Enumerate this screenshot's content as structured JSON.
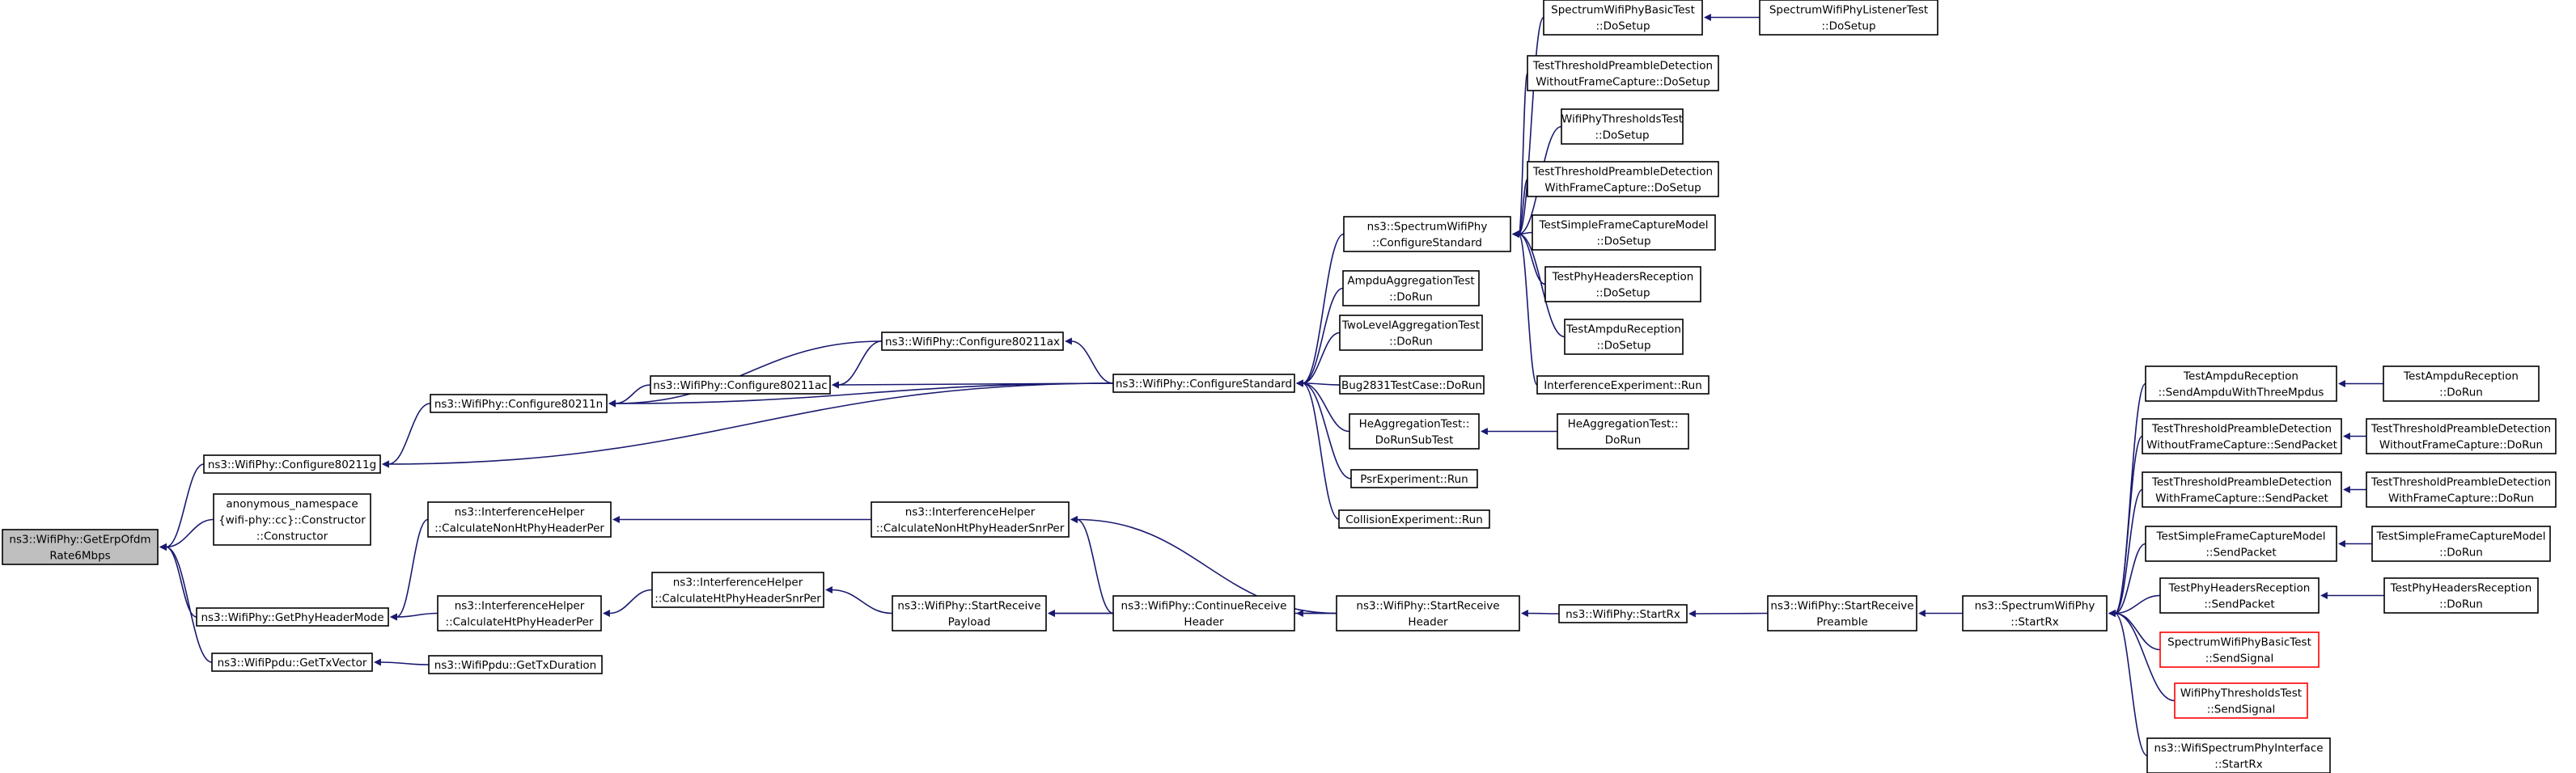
{
  "graph": {
    "type": "caller-graph",
    "colors": {
      "edge": "#191970",
      "node_border": "#000000",
      "root_fill": "#bfbfbf",
      "truncated_border": "#ff0000"
    },
    "nodes": [
      {
        "id": "n0",
        "lines": [
          "ns3::WifiPhy::GetErpOfdm",
          "Rate6Mbps"
        ],
        "style": "root"
      },
      {
        "id": "n1",
        "lines": [
          "ns3::WifiPhy::Configure80211g"
        ]
      },
      {
        "id": "n2",
        "lines": [
          "anonymous_namespace",
          "{wifi-phy::cc}::Constructor",
          "::Constructor"
        ]
      },
      {
        "id": "n3",
        "lines": [
          "ns3::WifiPhy::GetPhyHeaderMode"
        ]
      },
      {
        "id": "n4",
        "lines": [
          "ns3::WifiPpdu::GetTxVector"
        ]
      },
      {
        "id": "n5",
        "lines": [
          "ns3::WifiPhy::Configure80211n"
        ]
      },
      {
        "id": "n6",
        "lines": [
          "ns3::WifiPhy::Configure80211ac"
        ]
      },
      {
        "id": "n7",
        "lines": [
          "ns3::WifiPhy::Configure80211ax"
        ]
      },
      {
        "id": "n8",
        "lines": [
          "ns3::WifiPhy::ConfigureStandard"
        ]
      },
      {
        "id": "n9",
        "lines": [
          "ns3::InterferenceHelper",
          "::CalculateNonHtPhyHeaderPer"
        ]
      },
      {
        "id": "n10",
        "lines": [
          "ns3::InterferenceHelper",
          "::CalculateHtPhyHeaderPer"
        ]
      },
      {
        "id": "n11",
        "lines": [
          "ns3::WifiPpdu::GetTxDuration"
        ]
      },
      {
        "id": "n12",
        "lines": [
          "ns3::InterferenceHelper",
          "::CalculateNonHtPhyHeaderSnrPer"
        ]
      },
      {
        "id": "n13",
        "lines": [
          "ns3::InterferenceHelper",
          "::CalculateHtPhyHeaderSnrPer"
        ]
      },
      {
        "id": "n14",
        "lines": [
          "ns3::WifiPhy::StartReceive",
          "Payload"
        ]
      },
      {
        "id": "n15",
        "lines": [
          "ns3::WifiPhy::ContinueReceive",
          "Header"
        ]
      },
      {
        "id": "n16",
        "lines": [
          "ns3::WifiPhy::StartReceive",
          "Header"
        ]
      },
      {
        "id": "n17",
        "lines": [
          "ns3::SpectrumWifiPhy",
          "::ConfigureStandard"
        ]
      },
      {
        "id": "n18",
        "lines": [
          "AmpduAggregationTest",
          "::DoRun"
        ]
      },
      {
        "id": "n19",
        "lines": [
          "TwoLevelAggregationTest",
          "::DoRun"
        ]
      },
      {
        "id": "n20",
        "lines": [
          "Bug2831TestCase::DoRun"
        ]
      },
      {
        "id": "n21",
        "lines": [
          "HeAggregationTest::",
          "DoRunSubTest"
        ]
      },
      {
        "id": "n22",
        "lines": [
          "PsrExperiment::Run"
        ]
      },
      {
        "id": "n23",
        "lines": [
          "CollisionExperiment::Run"
        ]
      },
      {
        "id": "n24",
        "lines": [
          "SpectrumWifiPhyBasicTest",
          "::DoSetup"
        ]
      },
      {
        "id": "n25",
        "lines": [
          "TestThresholdPreambleDetection",
          "WithoutFrameCapture::DoSetup"
        ]
      },
      {
        "id": "n26",
        "lines": [
          "WifiPhyThresholdsTest",
          "::DoSetup"
        ]
      },
      {
        "id": "n27",
        "lines": [
          "TestThresholdPreambleDetection",
          "WithFrameCapture::DoSetup"
        ]
      },
      {
        "id": "n28",
        "lines": [
          "TestSimpleFrameCaptureModel",
          "::DoSetup"
        ]
      },
      {
        "id": "n29",
        "lines": [
          "TestPhyHeadersReception",
          "::DoSetup"
        ]
      },
      {
        "id": "n30",
        "lines": [
          "TestAmpduReception",
          "::DoSetup"
        ]
      },
      {
        "id": "n31",
        "lines": [
          "InterferenceExperiment::Run"
        ]
      },
      {
        "id": "n32",
        "lines": [
          "SpectrumWifiPhyListenerTest",
          "::DoSetup"
        ]
      },
      {
        "id": "n33",
        "lines": [
          "HeAggregationTest::",
          "DoRun"
        ]
      },
      {
        "id": "n34",
        "lines": [
          "ns3::WifiPhy::StartRx"
        ]
      },
      {
        "id": "n35",
        "lines": [
          "ns3::WifiPhy::StartReceive",
          "Preamble"
        ]
      },
      {
        "id": "n36",
        "lines": [
          "ns3::SpectrumWifiPhy",
          "::StartRx"
        ]
      },
      {
        "id": "n37",
        "lines": [
          "TestAmpduReception",
          "::SendAmpduWithThreeMpdus"
        ]
      },
      {
        "id": "n38",
        "lines": [
          "TestThresholdPreambleDetection",
          "WithoutFrameCapture::SendPacket"
        ]
      },
      {
        "id": "n39",
        "lines": [
          "TestThresholdPreambleDetection",
          "WithFrameCapture::SendPacket"
        ]
      },
      {
        "id": "n40",
        "lines": [
          "TestSimpleFrameCaptureModel",
          "::SendPacket"
        ]
      },
      {
        "id": "n41",
        "lines": [
          "TestPhyHeadersReception",
          "::SendPacket"
        ]
      },
      {
        "id": "n42",
        "lines": [
          "SpectrumWifiPhyBasicTest",
          "::SendSignal"
        ],
        "style": "truncated"
      },
      {
        "id": "n43",
        "lines": [
          "WifiPhyThresholdsTest",
          "::SendSignal"
        ],
        "style": "truncated"
      },
      {
        "id": "n44",
        "lines": [
          "ns3::WifiSpectrumPhyInterface",
          "::StartRx"
        ]
      },
      {
        "id": "n45",
        "lines": [
          "TestAmpduReception",
          "::DoRun"
        ]
      },
      {
        "id": "n46",
        "lines": [
          "TestThresholdPreambleDetection",
          "WithoutFrameCapture::DoRun"
        ]
      },
      {
        "id": "n47",
        "lines": [
          "TestThresholdPreambleDetection",
          "WithFrameCapture::DoRun"
        ]
      },
      {
        "id": "n48",
        "lines": [
          "TestSimpleFrameCaptureModel",
          "::DoRun"
        ]
      },
      {
        "id": "n49",
        "lines": [
          "TestPhyHeadersReception",
          "::DoRun"
        ]
      }
    ],
    "edges": [
      [
        "n0",
        "n1"
      ],
      [
        "n0",
        "n2"
      ],
      [
        "n0",
        "n3"
      ],
      [
        "n0",
        "n4"
      ],
      [
        "n1",
        "n5"
      ],
      [
        "n1",
        "n8"
      ],
      [
        "n5",
        "n6"
      ],
      [
        "n5",
        "n7"
      ],
      [
        "n5",
        "n8"
      ],
      [
        "n6",
        "n7"
      ],
      [
        "n6",
        "n8"
      ],
      [
        "n7",
        "n8"
      ],
      [
        "n3",
        "n9"
      ],
      [
        "n3",
        "n10"
      ],
      [
        "n4",
        "n11"
      ],
      [
        "n9",
        "n12"
      ],
      [
        "n10",
        "n13"
      ],
      [
        "n12",
        "n15"
      ],
      [
        "n12",
        "n16"
      ],
      [
        "n13",
        "n14"
      ],
      [
        "n14",
        "n15"
      ],
      [
        "n14",
        "n16"
      ],
      [
        "n15",
        "n16"
      ],
      [
        "n8",
        "n17"
      ],
      [
        "n8",
        "n18"
      ],
      [
        "n8",
        "n19"
      ],
      [
        "n8",
        "n20"
      ],
      [
        "n8",
        "n21"
      ],
      [
        "n8",
        "n22"
      ],
      [
        "n8",
        "n23"
      ],
      [
        "n17",
        "n24"
      ],
      [
        "n17",
        "n25"
      ],
      [
        "n17",
        "n26"
      ],
      [
        "n17",
        "n27"
      ],
      [
        "n17",
        "n28"
      ],
      [
        "n17",
        "n29"
      ],
      [
        "n17",
        "n30"
      ],
      [
        "n17",
        "n31"
      ],
      [
        "n24",
        "n32"
      ],
      [
        "n21",
        "n33"
      ],
      [
        "n16",
        "n34"
      ],
      [
        "n34",
        "n35"
      ],
      [
        "n35",
        "n36"
      ],
      [
        "n36",
        "n37"
      ],
      [
        "n36",
        "n38"
      ],
      [
        "n36",
        "n39"
      ],
      [
        "n36",
        "n40"
      ],
      [
        "n36",
        "n41"
      ],
      [
        "n36",
        "n42"
      ],
      [
        "n36",
        "n43"
      ],
      [
        "n36",
        "n44"
      ],
      [
        "n37",
        "n45"
      ],
      [
        "n38",
        "n46"
      ],
      [
        "n39",
        "n47"
      ],
      [
        "n40",
        "n48"
      ],
      [
        "n41",
        "n49"
      ]
    ]
  }
}
